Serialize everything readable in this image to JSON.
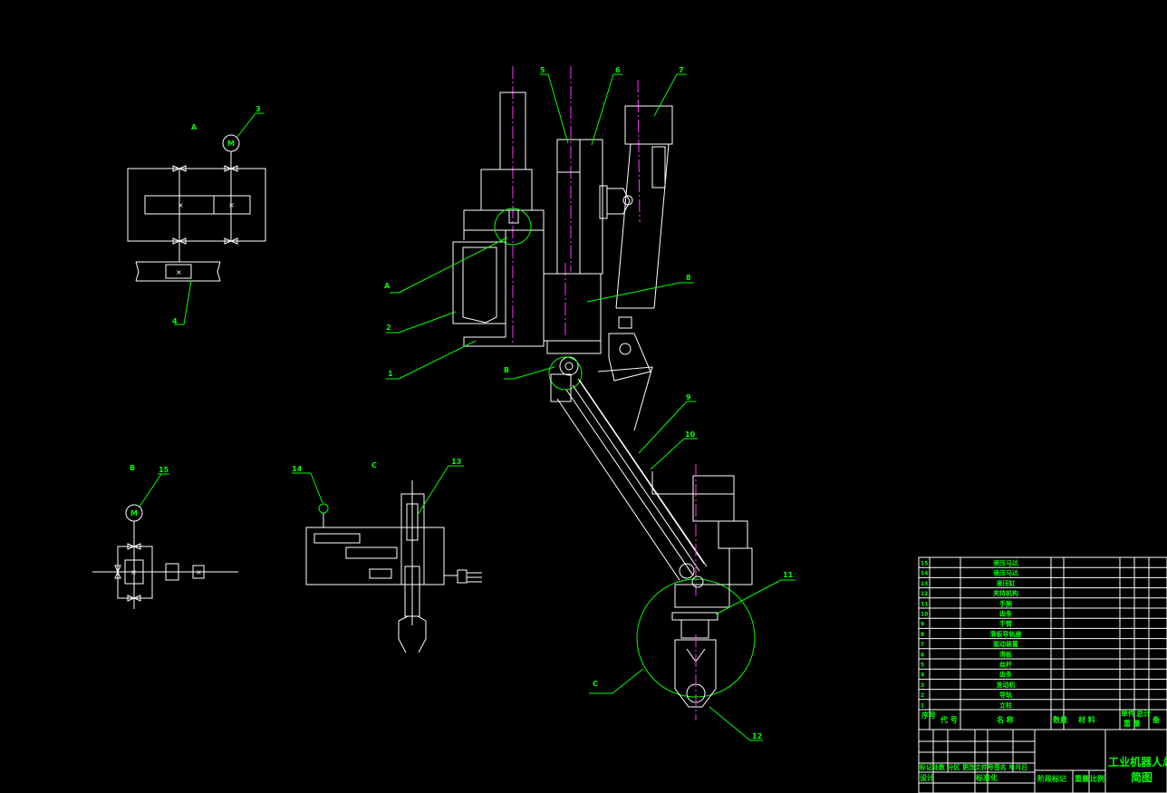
{
  "colors": {
    "background": "#000000",
    "lines": "#ffffff",
    "callouts": "#00ff00",
    "centerlines": "#ff33ff"
  },
  "views": {
    "A": "A",
    "B": "B",
    "C": "C"
  },
  "motor_symbol": "M",
  "callouts": {
    "n1": "1",
    "n2": "2",
    "n3": "3",
    "n4": "4",
    "n5": "5",
    "n6": "6",
    "n7": "7",
    "n8": "8",
    "n9": "9",
    "n10": "10",
    "n11": "11",
    "n12": "12",
    "n13": "13",
    "n14": "14",
    "n15": "15",
    "A": "A",
    "B": "B",
    "C": "C"
  },
  "parts_list": {
    "rows": [
      {
        "no": "15",
        "name": "液压马达"
      },
      {
        "no": "14",
        "name": "液压马达"
      },
      {
        "no": "13",
        "name": "液压缸"
      },
      {
        "no": "12",
        "name": "夹持机构"
      },
      {
        "no": "11",
        "name": "手腕"
      },
      {
        "no": "10",
        "name": "齿条"
      },
      {
        "no": "9",
        "name": "手臂"
      },
      {
        "no": "8",
        "name": "滑板导轨座"
      },
      {
        "no": "7",
        "name": "驱动装置"
      },
      {
        "no": "6",
        "name": "滑板"
      },
      {
        "no": "5",
        "name": "丝杆"
      },
      {
        "no": "4",
        "name": "齿条"
      },
      {
        "no": "3",
        "name": "发动机"
      },
      {
        "no": "2",
        "name": "导轨"
      },
      {
        "no": "1",
        "name": "立柱"
      }
    ],
    "header": {
      "no": "序号",
      "code": "代 号",
      "name": "名 称",
      "qty": "数量",
      "material": "材 料",
      "unit_weight": "单件",
      "total_weight": "总计",
      "weight": "重 量",
      "remark": "备"
    }
  },
  "title_block": {
    "marks_row": "标记处数 分区 更改文件号签名 年月日",
    "design": "设计",
    "standardization": "标准化",
    "stage_mark": "阶段标记",
    "weight": "重量",
    "scale": "比例",
    "title_line1": "工业机器人总",
    "title_line2": "简图"
  }
}
